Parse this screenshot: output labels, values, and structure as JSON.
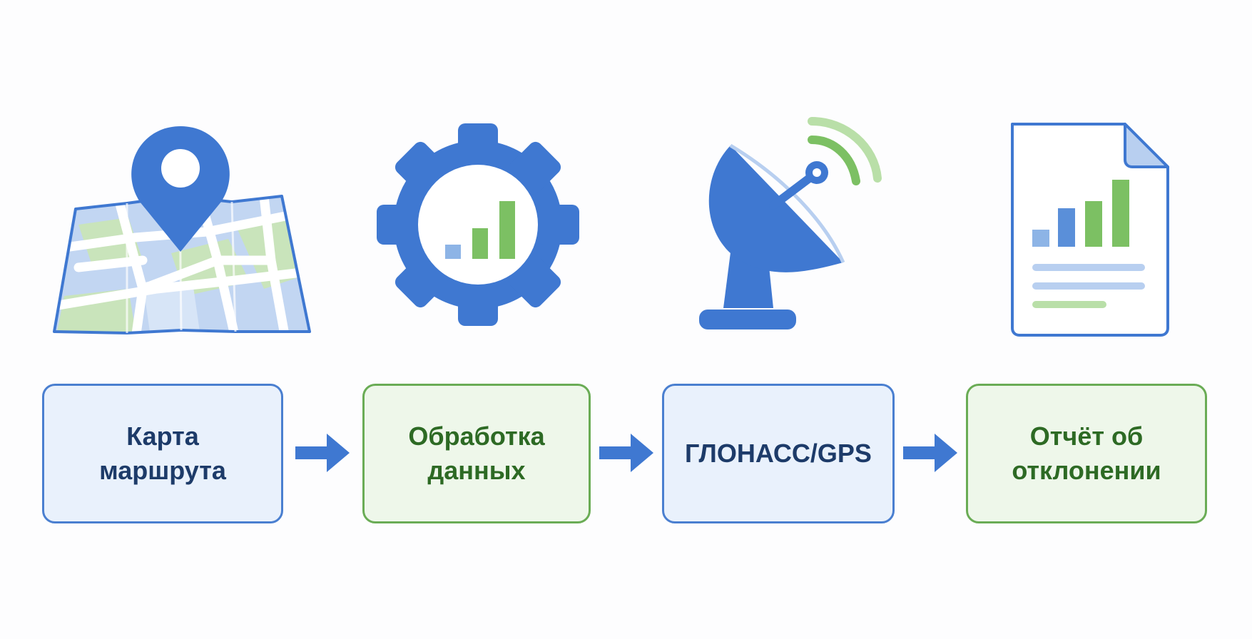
{
  "colors": {
    "blue": "#3f78d1",
    "light_blue": "#b8cff0",
    "green": "#7cc063",
    "light_green": "#c6e3b8",
    "blue_box_fill": "#e9f1fc",
    "green_box_fill": "#eef7ea"
  },
  "steps": [
    {
      "label": "Карта\nмаршрута",
      "icon": "map-pin-icon",
      "style": "blue"
    },
    {
      "label": "Обработка\nданных",
      "icon": "gear-chart-icon",
      "style": "green"
    },
    {
      "label": "ГЛОНАСС/GPS",
      "icon": "satellite-dish-icon",
      "style": "blue"
    },
    {
      "label": "Отчёт об\nотклонении",
      "icon": "report-document-icon",
      "style": "green"
    }
  ],
  "connectors": [
    "arrow-right-icon",
    "arrow-right-icon",
    "arrow-right-icon"
  ]
}
